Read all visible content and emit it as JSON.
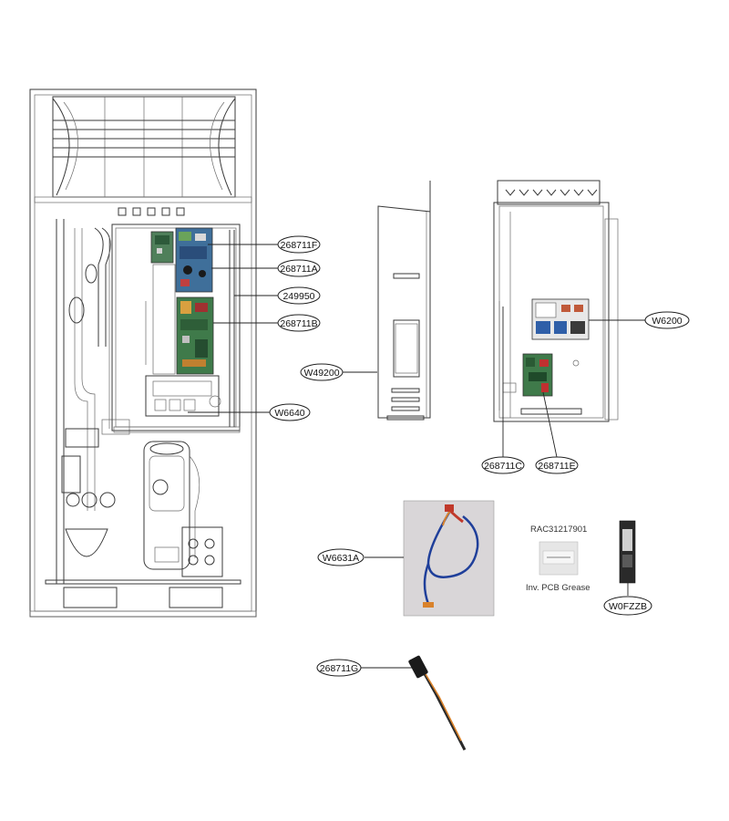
{
  "callouts": {
    "c1": "268711F",
    "c2": "268711A",
    "c3": "249950",
    "c4": "268711B",
    "c5": "W6640",
    "c6": "W49200",
    "c7": "W6200",
    "c8": "268711C",
    "c9": "268711E",
    "c10": "W6631A",
    "c11": "W0FZZB",
    "c12": "268711G"
  },
  "grease": {
    "code": "RAC31217901",
    "caption": "Inv. PCB Grease"
  },
  "colors": {
    "line": "#3a3a3a",
    "pcb_green": "#3f7a4a",
    "pcb_blue": "#2f5fa8",
    "cable_red": "#c0392b",
    "cable_blue": "#1f3f9a",
    "cable_orange": "#d9822b"
  }
}
